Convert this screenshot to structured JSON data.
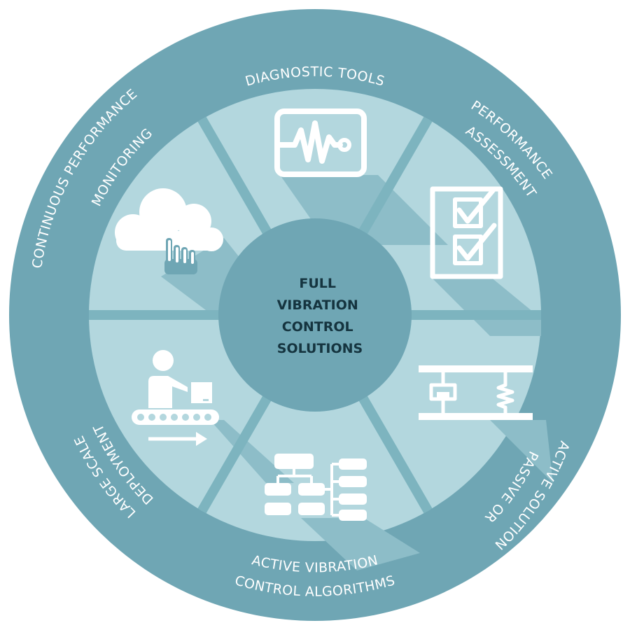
{
  "diagram": {
    "center": {
      "lines": [
        "FULL",
        "VIBRATION",
        "CONTROL",
        "SOLUTIONS"
      ]
    },
    "segments": [
      {
        "id": "diagnostic",
        "label_lines": [
          "DIAGNOSTIC TOOLS"
        ],
        "icon": "waveform-monitor-icon"
      },
      {
        "id": "performance",
        "label_lines": [
          "PERFORMANCE",
          "ASSESSMENT"
        ],
        "icon": "checklist-icon"
      },
      {
        "id": "passive",
        "label_lines": [
          "PASSIVE OR",
          "ACTIVE SOLUTION"
        ],
        "icon": "damper-spring-icon"
      },
      {
        "id": "algorithms",
        "label_lines": [
          "ACTIVE  VIBRATION",
          "CONTROL ALGORITHMS"
        ],
        "icon": "flowchart-icon"
      },
      {
        "id": "deployment",
        "label_lines": [
          "LARGE SCALE",
          "DEPLOYMENT"
        ],
        "icon": "conveyor-worker-icon"
      },
      {
        "id": "monitoring",
        "label_lines": [
          "CONTINUOUS PERFORMANCE",
          "MONITORING"
        ],
        "icon": "cloud-click-icon"
      }
    ],
    "colors": {
      "outer_ring": "#6fa6b4",
      "segment_light": "#b3d7de",
      "segment_dark": "#8dbdc8",
      "divider": "#7db4bf",
      "hub": "#6fa6b4",
      "shadow": "#5f97a6",
      "icon": "#ffffff",
      "center_text": "#15343f"
    }
  }
}
